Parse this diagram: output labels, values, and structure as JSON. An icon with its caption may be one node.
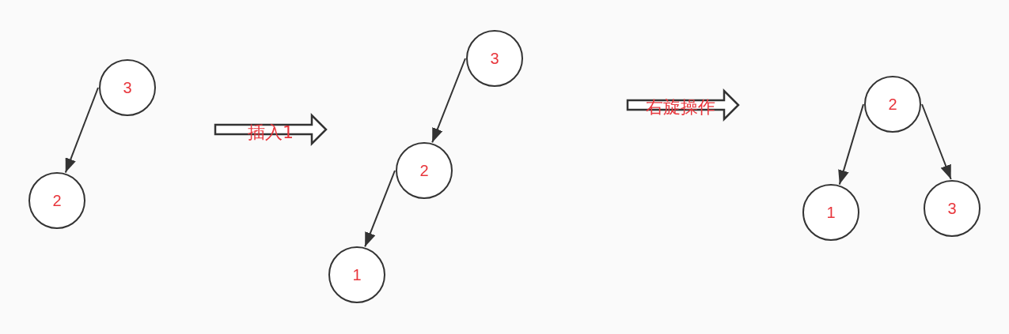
{
  "diagram": {
    "nodes": [
      {
        "text": [
          "3"
        ]
      },
      {
        "text": [
          "2"
        ]
      },
      {
        "text": [
          "3"
        ]
      },
      {
        "text": [
          "2"
        ]
      },
      {
        "text": [
          "1"
        ]
      },
      {
        "text": [
          "2"
        ]
      },
      {
        "text": [
          "1"
        ]
      },
      {
        "text": [
          "3"
        ]
      }
    ],
    "edges": [
      {
        "from": 0,
        "to": 1,
        "arrow": "to"
      },
      {
        "from": 2,
        "to": 3,
        "arrow": "to"
      },
      {
        "from": 3,
        "to": 4,
        "arrow": "to"
      },
      {
        "from": 5,
        "to": 6,
        "arrow": "to"
      },
      {
        "from": 5,
        "to": 7,
        "arrow": "to"
      }
    ],
    "labels": [
      "插入1",
      "右旋操作"
    ]
  }
}
